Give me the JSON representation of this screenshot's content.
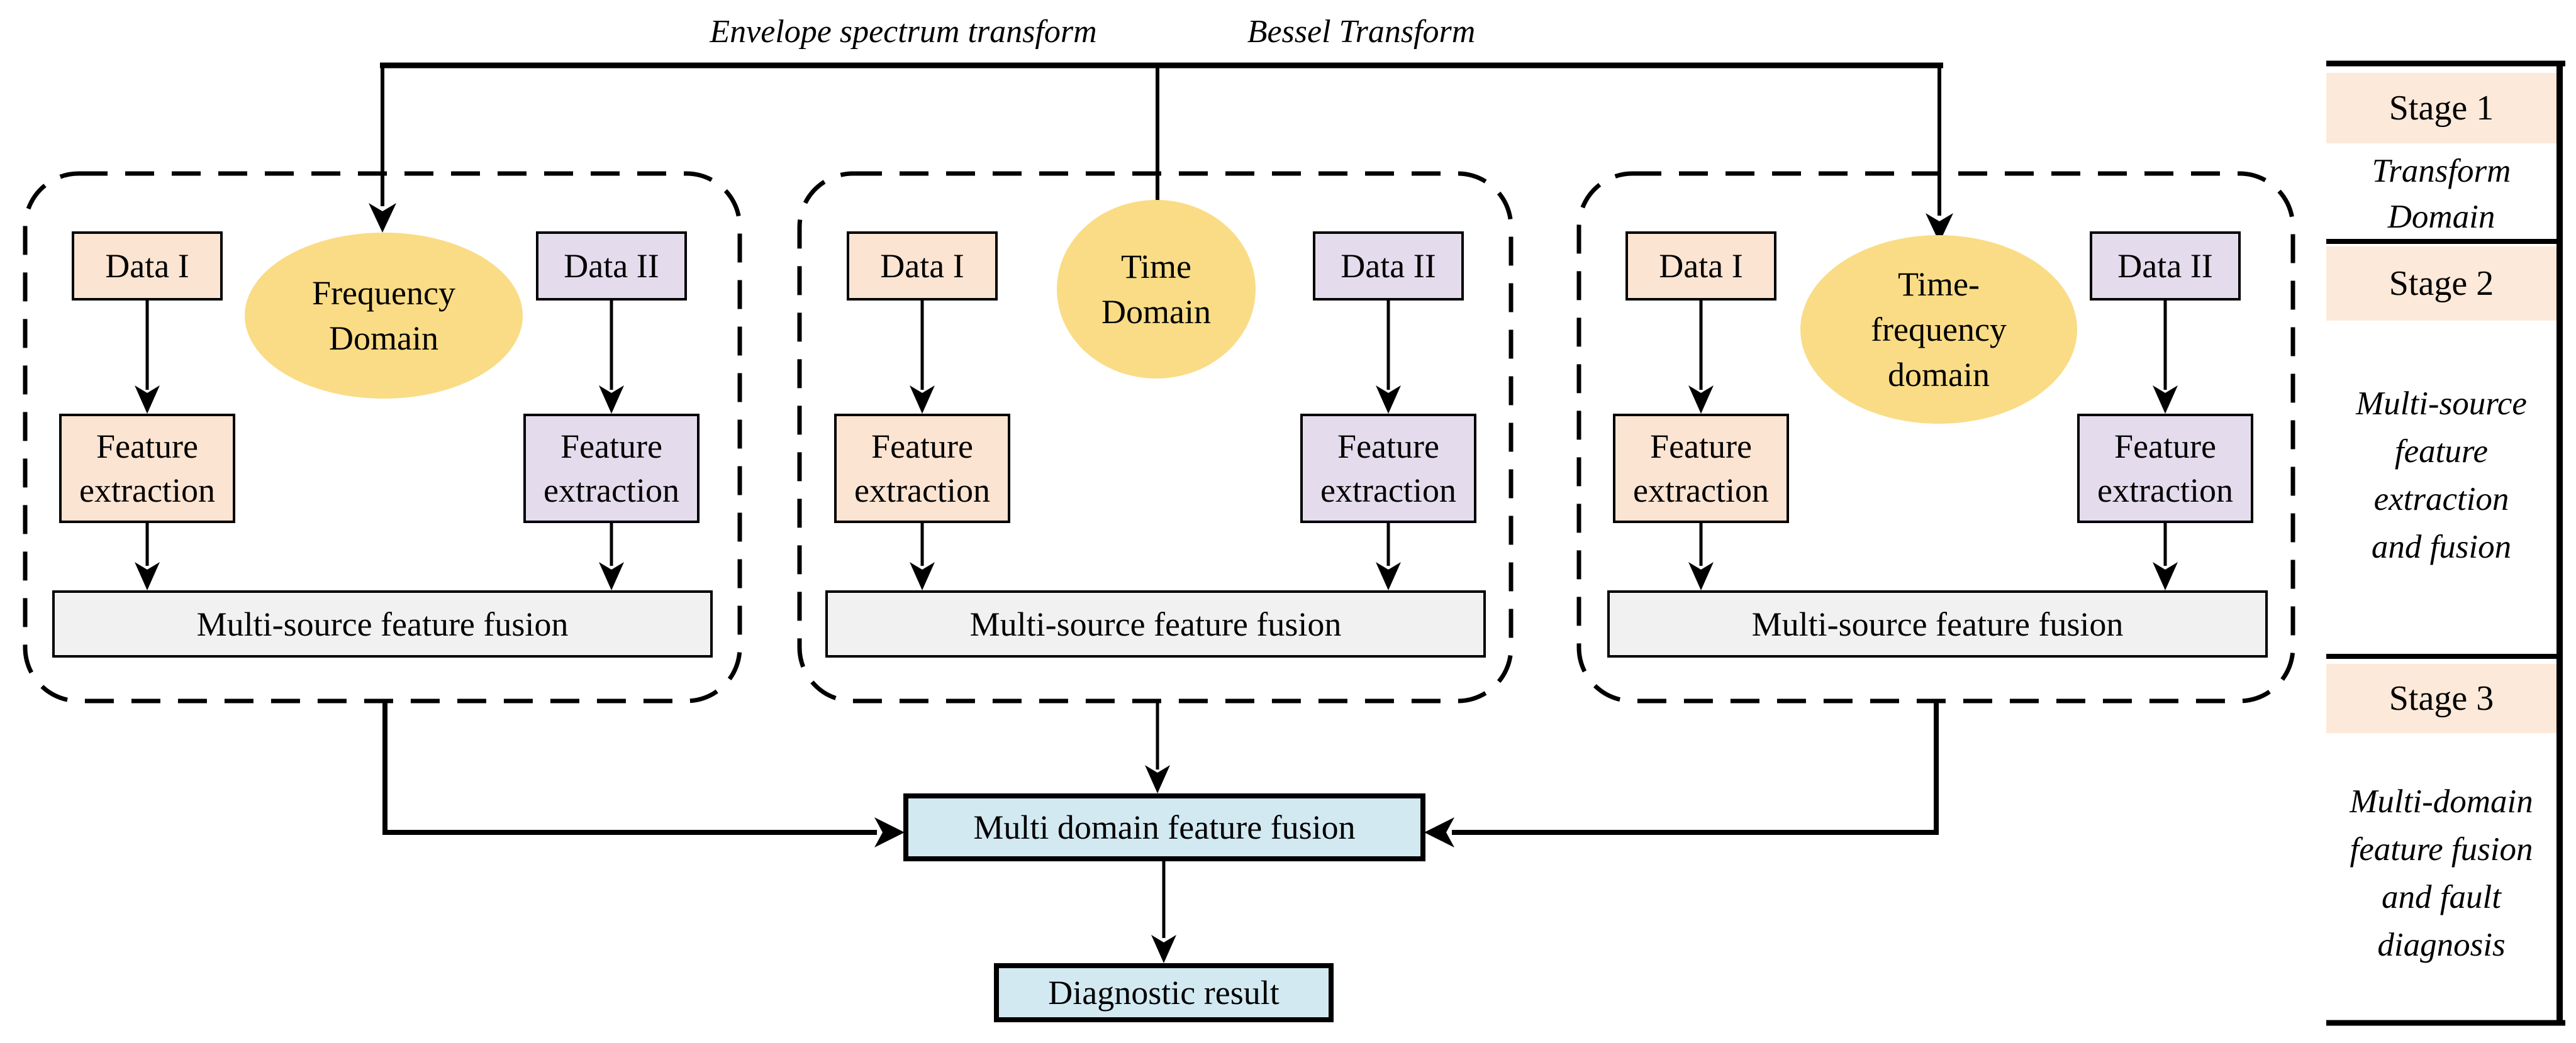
{
  "top": {
    "envelope_transform_label": "Envelope spectrum transform",
    "bessel_transform_label": "Bessel Transform"
  },
  "panels": [
    {
      "name": "frequency-domain-panel",
      "domain_label": "Frequency\nDomain",
      "data1_label": "Data I",
      "data2_label": "Data II",
      "feature1_label": "Feature\nextraction",
      "feature2_label": "Feature\nextraction",
      "fusion_label": "Multi-source feature fusion"
    },
    {
      "name": "time-domain-panel",
      "domain_label": "Time\nDomain",
      "data1_label": "Data I",
      "data2_label": "Data II",
      "feature1_label": "Feature\nextraction",
      "feature2_label": "Feature\nextraction",
      "fusion_label": "Multi-source feature fusion"
    },
    {
      "name": "time-frequency-domain-panel",
      "domain_label": "Time-\nfrequency\ndomain",
      "data1_label": "Data I",
      "data2_label": "Data II",
      "feature1_label": "Feature\nextraction",
      "feature2_label": "Feature\nextraction",
      "fusion_label": "Multi-source feature fusion"
    }
  ],
  "bottom": {
    "multi_domain_fusion_label": "Multi domain feature fusion",
    "diagnostic_result_label": "Diagnostic result"
  },
  "sidebar": {
    "stages": [
      {
        "label": "Stage 1",
        "description": "Transform\nDomain"
      },
      {
        "label": "Stage 2",
        "description": "Multi-source\nfeature\nextraction\nand fusion"
      },
      {
        "label": "Stage 3",
        "description": "Multi-domain\nfeature fusion\nand fault\ndiagnosis"
      }
    ]
  },
  "colors": {
    "data1_fill": "#FCE4D2",
    "data2_fill": "#E4DCEC",
    "domain_ellipse_fill": "#F9DC85",
    "fusion_bar_fill": "#F1F1F1",
    "result_box_fill": "#D3E9F2",
    "stage_band_fill": "#FDE9D9",
    "line_color": "#000000"
  }
}
